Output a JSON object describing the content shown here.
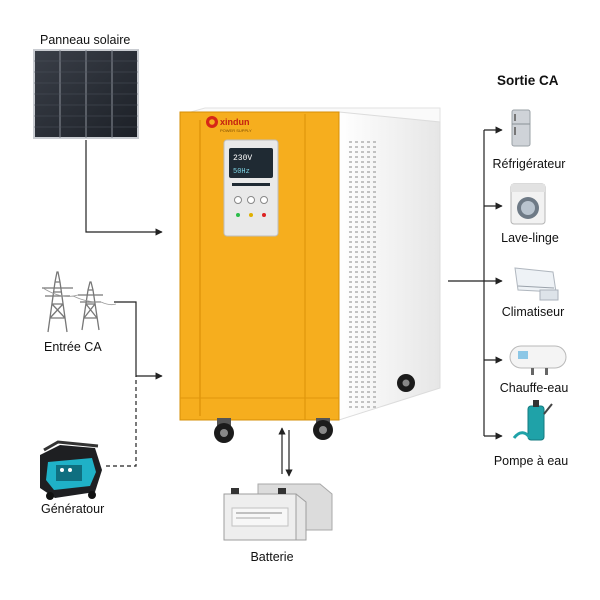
{
  "inputs": {
    "solar_label": "Panneau solaire",
    "grid_label": "Entrée CA",
    "generator_label": "Génératour",
    "battery_label": "Batterie"
  },
  "inverter": {
    "brand": "xindun",
    "brand_sub": "POWER SUPPLY",
    "display_line1": "230V",
    "display_line2": "50Hz",
    "body_color": "#f6ae1e",
    "side_color": "#f4f4f4"
  },
  "output": {
    "title": "Sortie CA",
    "devices": [
      {
        "label": "Réfrigérateur",
        "icon": "fridge-icon"
      },
      {
        "label": "Lave-linge",
        "icon": "washing-machine-icon"
      },
      {
        "label": "Climatiseur",
        "icon": "air-conditioner-icon"
      },
      {
        "label": "Chauffe-eau",
        "icon": "water-heater-icon"
      },
      {
        "label": "Pompe à eau",
        "icon": "water-pump-icon"
      }
    ]
  }
}
